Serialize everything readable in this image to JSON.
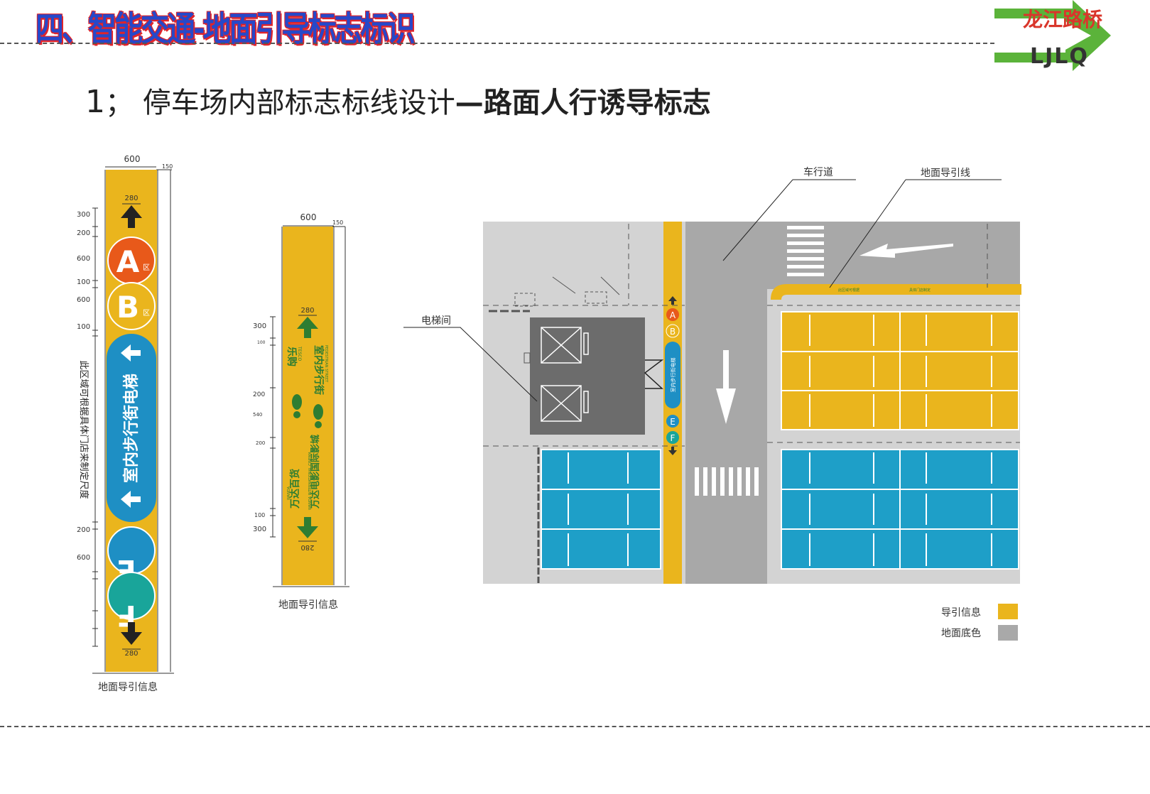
{
  "header": {
    "section_title": "四、智能交通-地面引导标志标识",
    "logo_cn": "龙江路桥",
    "logo_en": "LJLQ"
  },
  "subtitle": {
    "number": "1",
    "separator": "；",
    "plain": "停车场内部标志标线设计",
    "dash": "—",
    "bold": "路面人行诱导标志"
  },
  "strip1": {
    "top_width": "600",
    "side_width": "150",
    "arrow_width_top": "280",
    "arrow_width_bottom": "280",
    "dims": [
      "300",
      "200",
      "600",
      "100",
      "600",
      "100",
      "200",
      "600"
    ],
    "zone_a": "A",
    "zone_b": "B",
    "zone_e": "E",
    "zone_f": "F",
    "zone_suffix": "区",
    "main_text": "室内步行街电梯",
    "side_note": "此区域可根据具体门店来制定尺度",
    "caption": "地面导引信息"
  },
  "strip2": {
    "top_width": "600",
    "side_width": "150",
    "arrow_width_top": "280",
    "arrow_width_bottom": "280",
    "dims": [
      "300",
      "100",
      "200",
      "540",
      "200",
      "100",
      "300"
    ],
    "text_left_top": "乐购",
    "text_left_top_en": "TESCO",
    "text_right_top": "室内步行街",
    "text_right_top_en": "PEDESTRIAN STREET",
    "text_left_bottom": "万达百货",
    "text_left_bottom_en": "WANDA",
    "text_right_bottom": "万达电影国际影城",
    "text_right_bottom_en": "WANDA INTERNATIONAL CINEMA",
    "caption": "地面导引信息"
  },
  "plan": {
    "label_lane": "车行道",
    "label_guide_line": "地面导引线",
    "label_elevator": "电梯间",
    "yellow_strip_text_1": "此区域可根据",
    "yellow_strip_text_2": "具体门店制定",
    "strip_zones": [
      "A",
      "B",
      "E",
      "F"
    ],
    "strip_text": "室内步行街电梯"
  },
  "legend": {
    "items": [
      {
        "label": "导引信息",
        "color": "#eab51d"
      },
      {
        "label": "地面底色",
        "color": "#a9a9a9"
      }
    ]
  },
  "colors": {
    "yellow": "#eab51d",
    "orange": "#e8591a",
    "blue": "#1e8fc4",
    "teal": "#19a59a",
    "green": "#3b8a2c",
    "title_blue": "#2748c9",
    "title_red": "#e0242a",
    "logo_green": "#5bb33a"
  }
}
